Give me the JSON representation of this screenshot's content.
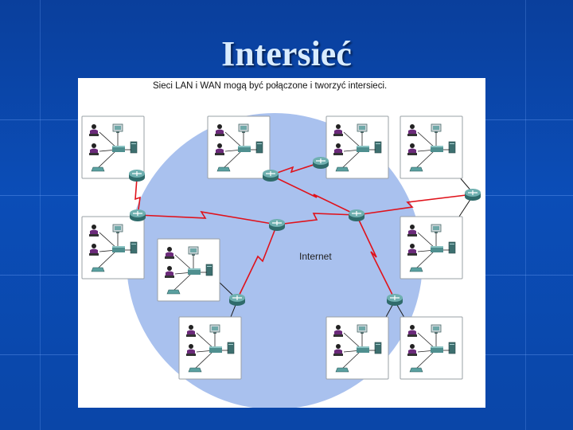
{
  "slide": {
    "title": "Intersieć"
  },
  "figure": {
    "caption": "Sieci LAN i WAN mogą być połączone i tworzyć intersieci.",
    "cloud_label": "Internet"
  },
  "colors": {
    "background": "#0b4db7",
    "title": "#d9ecff",
    "cloud": "#a9c1ee",
    "wan_link": "#e0121b",
    "lan_link": "#1a1a1a",
    "router": "#4f8f8f"
  },
  "icons": [
    "router-icon",
    "switch-icon",
    "pc-icon",
    "server-icon",
    "user-icon",
    "phone-icon"
  ]
}
